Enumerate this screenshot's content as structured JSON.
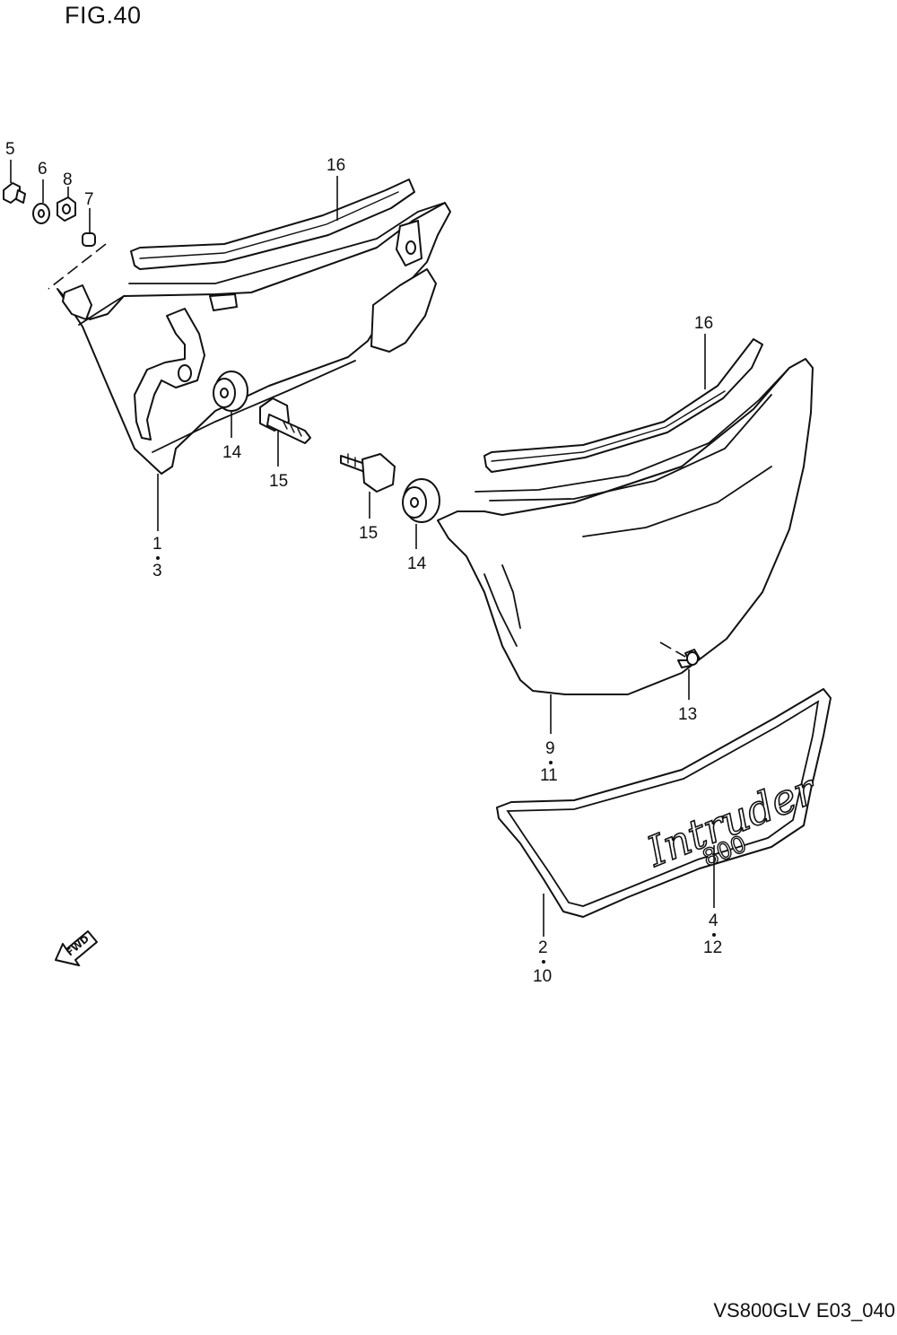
{
  "figure": {
    "title": "FIG.40",
    "code": "VS800GLV E03_040"
  },
  "callouts": {
    "c5": "5",
    "c6": "6",
    "c8": "8",
    "c7": "7",
    "c16_left": "16",
    "c16_right": "16",
    "c14_left": "14",
    "c15_left": "15",
    "c1": "1",
    "c3": "3",
    "c15_right": "15",
    "c14_right": "14",
    "c13": "13",
    "c9": "9",
    "c11": "11",
    "c4": "4",
    "c12": "12",
    "c2": "2",
    "c10": "10"
  },
  "fwd_arrow": {
    "label": "FWD"
  },
  "emblem": {
    "script_text": "Intruder",
    "number_text": "800"
  }
}
